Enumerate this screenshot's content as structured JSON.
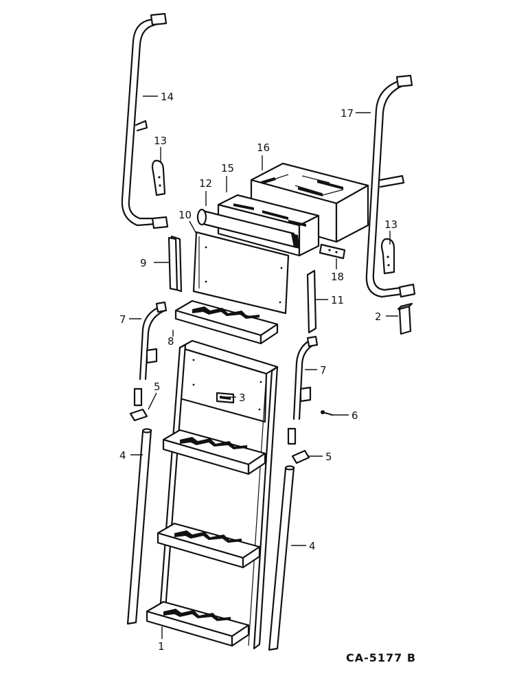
{
  "drawing_number": "CA-5177 B",
  "callouts": [
    {
      "id": "1",
      "label": "1"
    },
    {
      "id": "2",
      "label": "2"
    },
    {
      "id": "3",
      "label": "3"
    },
    {
      "id": "4a",
      "label": "4"
    },
    {
      "id": "4b",
      "label": "4"
    },
    {
      "id": "5a",
      "label": "5"
    },
    {
      "id": "5b",
      "label": "5"
    },
    {
      "id": "6",
      "label": "6"
    },
    {
      "id": "7a",
      "label": "7"
    },
    {
      "id": "7b",
      "label": "7"
    },
    {
      "id": "8",
      "label": "8"
    },
    {
      "id": "9",
      "label": "9"
    },
    {
      "id": "10",
      "label": "10"
    },
    {
      "id": "11",
      "label": "11"
    },
    {
      "id": "12",
      "label": "12"
    },
    {
      "id": "13a",
      "label": "13"
    },
    {
      "id": "13b",
      "label": "13"
    },
    {
      "id": "14",
      "label": "14"
    },
    {
      "id": "15",
      "label": "15"
    },
    {
      "id": "16",
      "label": "16"
    },
    {
      "id": "17",
      "label": "17"
    },
    {
      "id": "18",
      "label": "18"
    }
  ]
}
